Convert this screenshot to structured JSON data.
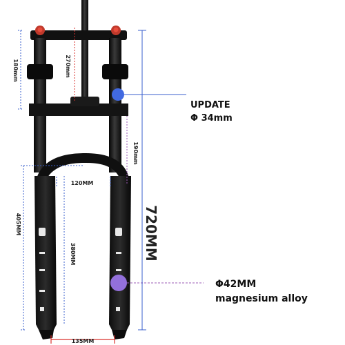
{
  "dimensions": {
    "crown_width": "180mm",
    "steerer_length": "270mm",
    "travel": "190mm",
    "arch_width": "120MM",
    "lower_leg_length": "405MM",
    "axle_height": "380MM",
    "overall_length": "720MM",
    "axle_spacing": "135MM"
  },
  "callouts": {
    "upper": {
      "line1": "UPDATE",
      "line2": "Φ 34mm",
      "dot_color": "#4169e1"
    },
    "lower": {
      "line1": "Φ42MM",
      "line2": "magnesium alloy",
      "dot_color": "#9370db"
    }
  },
  "colors": {
    "fork": "#111111",
    "dim_blue": "#3a5fcd",
    "dim_red": "#d9302c",
    "dim_purple": "#9b59b6"
  }
}
